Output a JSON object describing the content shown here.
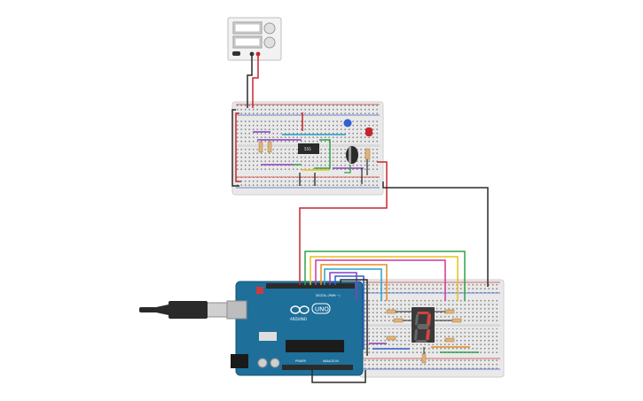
{
  "colors": {
    "breadboard": "#e9e9e9",
    "breadboard_edge": "#cfcfcf",
    "hole": "#7d7d7d",
    "rail_red": "#d03a3a",
    "rail_blue": "#3a5fbf",
    "arduino": "#1e6f9a",
    "arduino_dark": "#145674",
    "wire_red": "#c8262b",
    "wire_black": "#2a2a2a",
    "wire_green": "#2fa34a",
    "wire_purple": "#8a3fbf",
    "wire_orange": "#e68a1f",
    "wire_yellow": "#e3c21a",
    "wire_magenta": "#d0369a",
    "wire_cyan": "#23a3c7",
    "wire_blue": "#2f5fd0",
    "chip": "#2b2b2b",
    "display": "#3a3a3a",
    "segment_on": "#d24343"
  },
  "power_supply": {
    "icon": "bench-power-supply-icon"
  },
  "timer_chip": {
    "label": "555"
  },
  "arduino": {
    "logo_text": "UNO",
    "brand_text": "ARDUINO",
    "digital_label": "DIGITAL (PWM ~)",
    "power_label": "POWER",
    "analog_label": "ANALOG IN",
    "icon": "infinity-logo-icon"
  },
  "seven_segment": {
    "digit_shown": "7",
    "icon": "seven-segment-display-icon"
  },
  "usb": {
    "icon": "usb-b-cable-icon"
  }
}
